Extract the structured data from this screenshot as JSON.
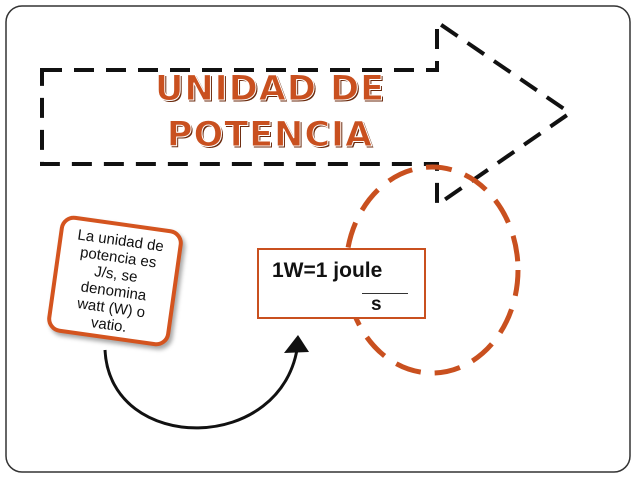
{
  "title": {
    "line1": "UNIDAD DE",
    "line2": "POTENCIA"
  },
  "note": {
    "lines": [
      "La unidad de",
      "potencia es",
      "J/s, se",
      "denomina",
      "watt (W) o",
      "vatio."
    ]
  },
  "formula": {
    "left": "1W=1 joule",
    "denominator": "s"
  },
  "colors": {
    "accent": "#c9501f",
    "frame": "#222222",
    "dash_outline": "#111111"
  }
}
